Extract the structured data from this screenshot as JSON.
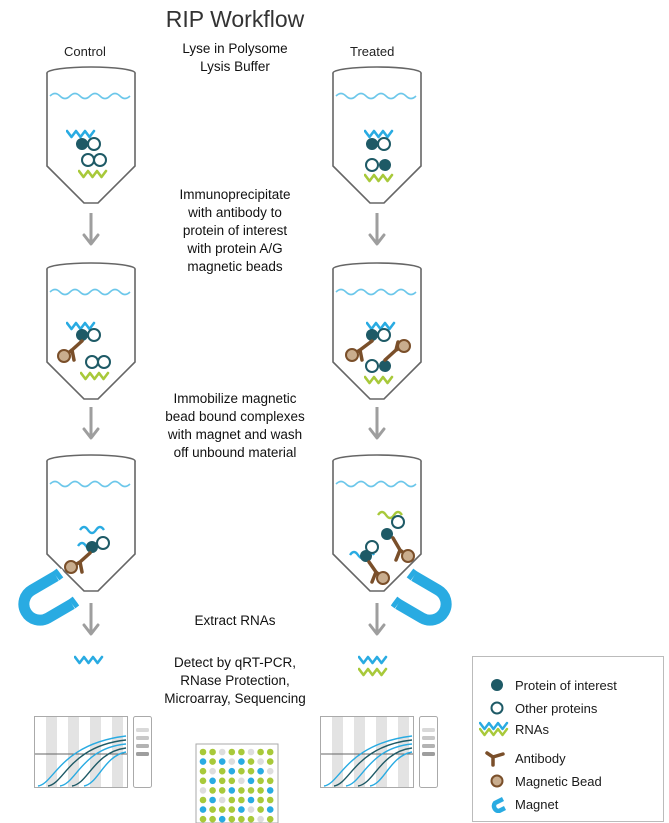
{
  "title": "RIP Workflow",
  "columns": {
    "control": "Control",
    "treated": "Treated"
  },
  "steps": {
    "lyse": [
      "Lyse in Polysome",
      "Lysis Buffer"
    ],
    "ip": [
      "Immunoprecipitate",
      "with antibody to",
      "protein of interest",
      "with protein A/G",
      "magnetic beads"
    ],
    "immobilize": [
      "Immobilize magnetic",
      "bead bound complexes",
      "with magnet and wash",
      "off unbound material"
    ],
    "extract": [
      "Extract RNAs"
    ],
    "detect": [
      "Detect by qRT-PCR,",
      "RNase Protection,",
      "Microarray, Sequencing"
    ]
  },
  "legend": {
    "protein_of_interest": "Protein of interest",
    "other_proteins": "Other proteins",
    "rnas": "RNAs",
    "antibody": "Antibody",
    "magnetic_bead": "Magnetic Bead",
    "magnet": "Magnet"
  },
  "colors": {
    "protein": "#1e5a66",
    "rna_blue": "#29abe2",
    "rna_green": "#a8c93a",
    "antibody": "#7a4f2a",
    "bead": "#c9ad8e",
    "magnet": "#29abe2",
    "liquid": "#6cc7ea",
    "arrow": "#9e9e9e",
    "tube": "#666666"
  }
}
